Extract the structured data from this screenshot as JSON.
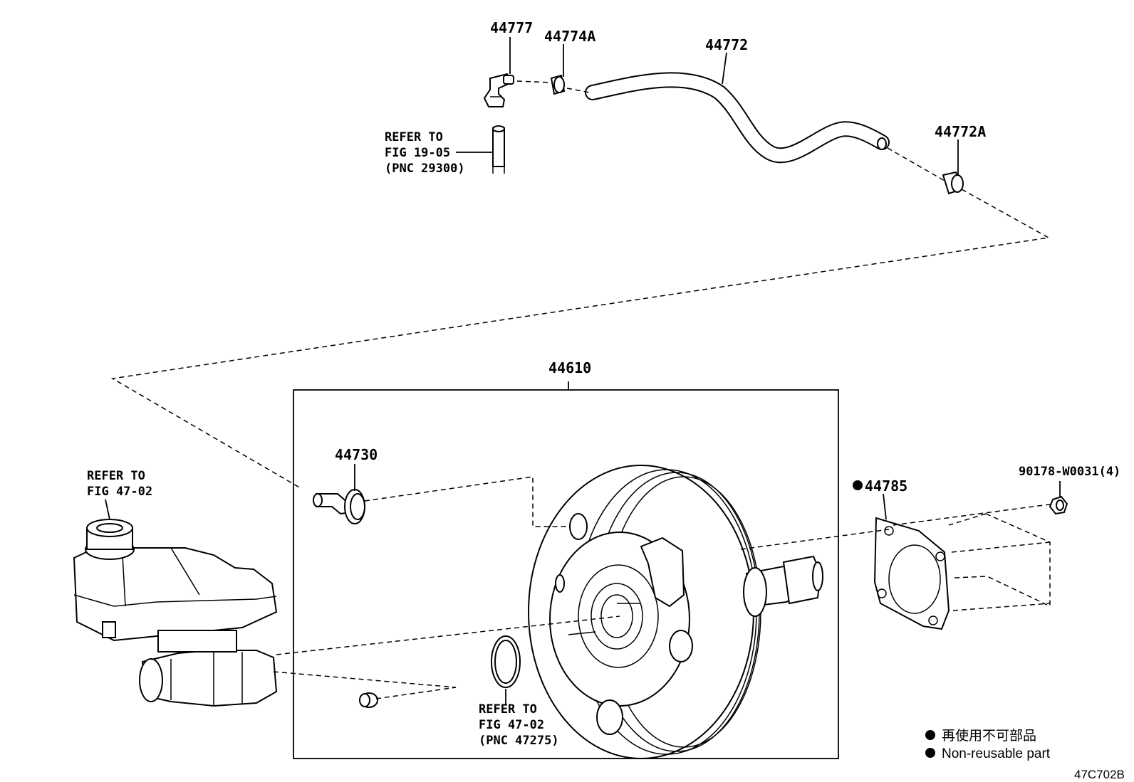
{
  "parts": {
    "p44777": "44777",
    "p44774A": "44774A",
    "p44772": "44772",
    "p44772A": "44772A",
    "p44610": "44610",
    "p44730": "44730",
    "p44785": "44785",
    "p90178": "90178-W0031(4)"
  },
  "refs": {
    "ref1": [
      "REFER TO",
      "FIG 19-05",
      "(PNC 29300)"
    ],
    "ref2": [
      "REFER TO",
      "FIG 47-02"
    ],
    "ref3": [
      "REFER TO",
      "FIG 47-02",
      "(PNC 47275)"
    ]
  },
  "legend": {
    "line1": "再使用不可部品",
    "line2": "Non-reusable part"
  },
  "figure_code": "47C702B"
}
